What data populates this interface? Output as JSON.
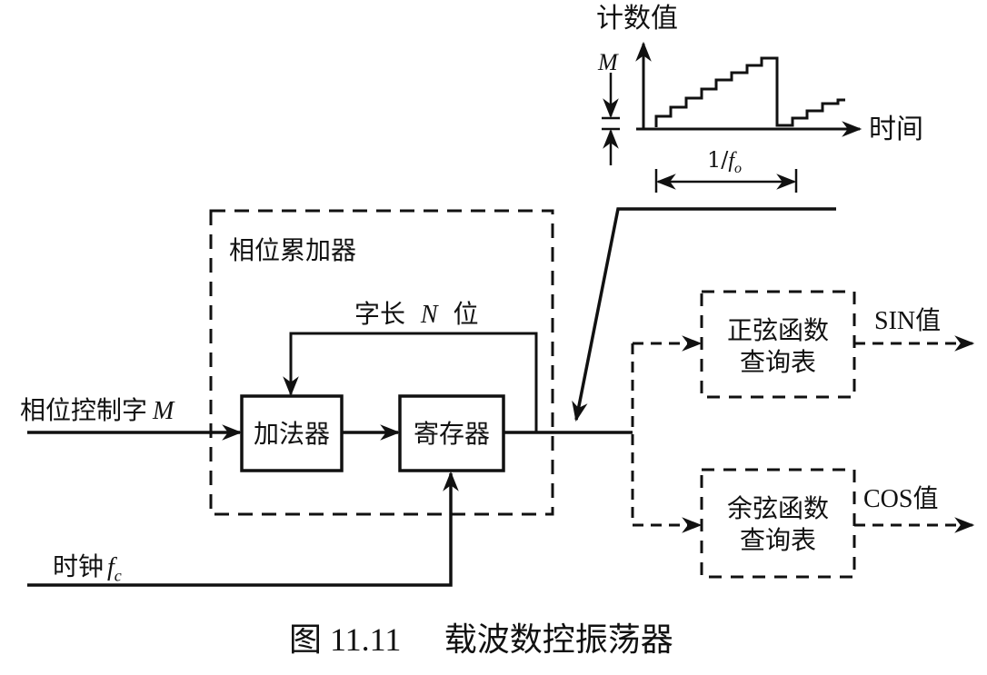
{
  "colors": {
    "ink": "#111111",
    "paper": "#ffffff"
  },
  "accumulator": {
    "title": "相位累加器",
    "word_length": {
      "prefix": "字长",
      "n": "N",
      "suffix": "位"
    },
    "adder": "加法器",
    "register": "寄存器"
  },
  "inputs": {
    "phase_word": {
      "text": "相位控制字",
      "var": "M"
    },
    "clock": {
      "text": "时钟",
      "var": "f",
      "sub": "c"
    }
  },
  "lookup": {
    "sin_table": {
      "line1": "正弦函数",
      "line2": "查询表"
    },
    "cos_table": {
      "line1": "余弦函数",
      "line2": "查询表"
    },
    "sin_out": "SIN值",
    "cos_out": "COS值"
  },
  "inset": {
    "y_label": "计数值",
    "x_label": "时间",
    "step_label": "M",
    "period": {
      "num": "1/",
      "var": "f",
      "sub": "o"
    }
  },
  "caption": {
    "fig": "图 11.11",
    "title": "载波数控振荡器"
  }
}
